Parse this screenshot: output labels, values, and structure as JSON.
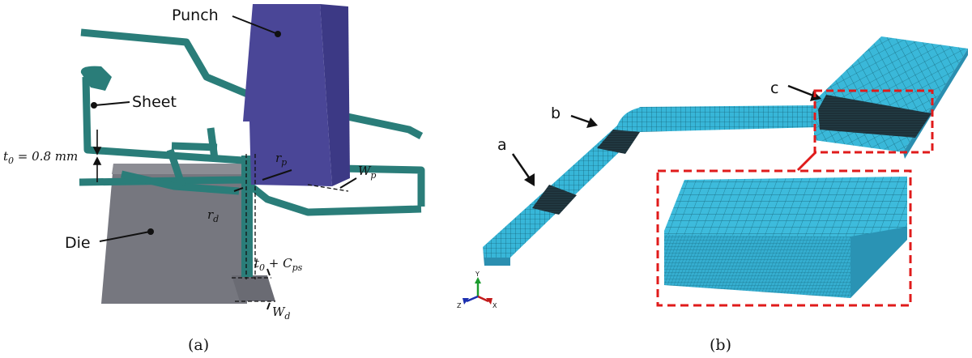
{
  "panel_a": {
    "caption": "(a)",
    "labels": {
      "punch": "Punch",
      "sheet": "Sheet",
      "die": "Die"
    },
    "dims": {
      "t0": "t",
      "t0_sub": "0",
      "t0_value": " = 0.8 mm",
      "rp": "r",
      "rp_sub": "p",
      "rd": "r",
      "rd_sub": "d",
      "wp": "W",
      "wp_sub": "p",
      "wd": "W",
      "wd_sub": "d",
      "gap_t": "t",
      "gap_t_sub": "0",
      "gap_plus": " + C",
      "gap_sub": "ps"
    }
  },
  "panel_b": {
    "caption": "(b)",
    "labels": {
      "a": "a",
      "b": "b",
      "c": "c"
    },
    "triad": {
      "y": "Y",
      "z": "Z",
      "x": "X"
    }
  },
  "colors": {
    "punch": "#4a4697",
    "sheet": "#2a7d79",
    "die": "#76777f",
    "mesh": "#35b4d6",
    "refined": "#1b2c33",
    "zoom_box": "#e01b1b"
  }
}
